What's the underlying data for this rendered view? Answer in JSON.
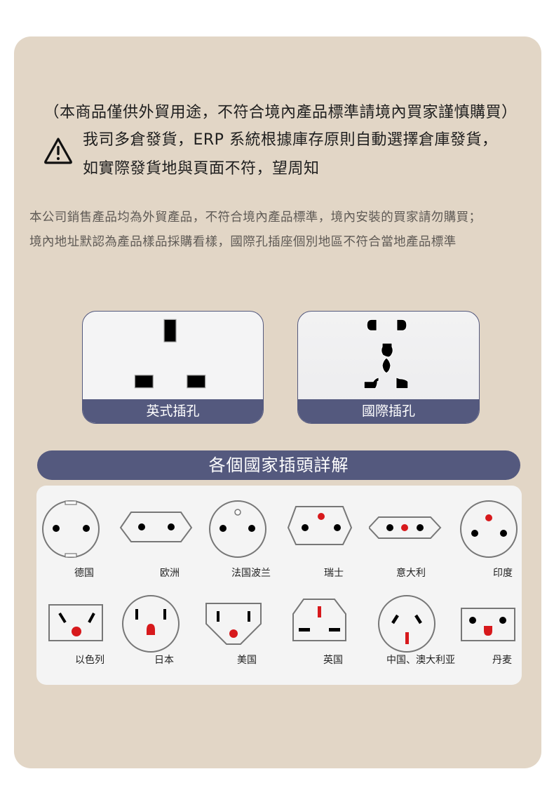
{
  "notice": {
    "paren_line": "（本商品僅供外貿用途，不符合境內產品標準請境內買家謹慎購買）",
    "warning_icon": "warning-triangle-icon",
    "line1": "我司多倉發貨，ERP 系統根據庫存原則自動選擇倉庫發貨，",
    "line2": "如實際發貨地與頁面不符，望周知"
  },
  "policy": {
    "line1": "本公司銷售產品均為外貿產品，不符合境內產品標準，境內安裝的買家請勿購買；",
    "line2": "境內地址默認為產品樣品採購看樣，國際孔插座個別地區不符合當地產品標準"
  },
  "sockets": [
    {
      "label": "英式插孔",
      "type": "uk-socket"
    },
    {
      "label": "國際插孔",
      "type": "universal-socket"
    }
  ],
  "section": {
    "title": "各個國家插頭詳解"
  },
  "plugs": [
    {
      "name": "德国",
      "icon": "germany-plug-icon"
    },
    {
      "name": "欧洲",
      "icon": "europe-plug-icon"
    },
    {
      "name": "法国波兰",
      "icon": "france-poland-plug-icon"
    },
    {
      "name": "瑞士",
      "icon": "switzerland-plug-icon"
    },
    {
      "name": "意大利",
      "icon": "italy-plug-icon"
    },
    {
      "name": "印度",
      "icon": "india-plug-icon"
    },
    {
      "name": "以色列",
      "icon": "israel-plug-icon"
    },
    {
      "name": "日本",
      "icon": "japan-plug-icon"
    },
    {
      "name": "美国",
      "icon": "usa-plug-icon"
    },
    {
      "name": "英国",
      "icon": "uk-plug-icon"
    },
    {
      "name": "中国、澳大利亚",
      "icon": "china-australia-plug-icon"
    },
    {
      "name": "丹麦",
      "icon": "denmark-plug-icon"
    }
  ],
  "colors": {
    "card_bg": "#e2d6c6",
    "accent_navy": "#54597e",
    "pin_black": "#000000",
    "pin_red": "#d7191c",
    "outline_gray": "#777777"
  }
}
